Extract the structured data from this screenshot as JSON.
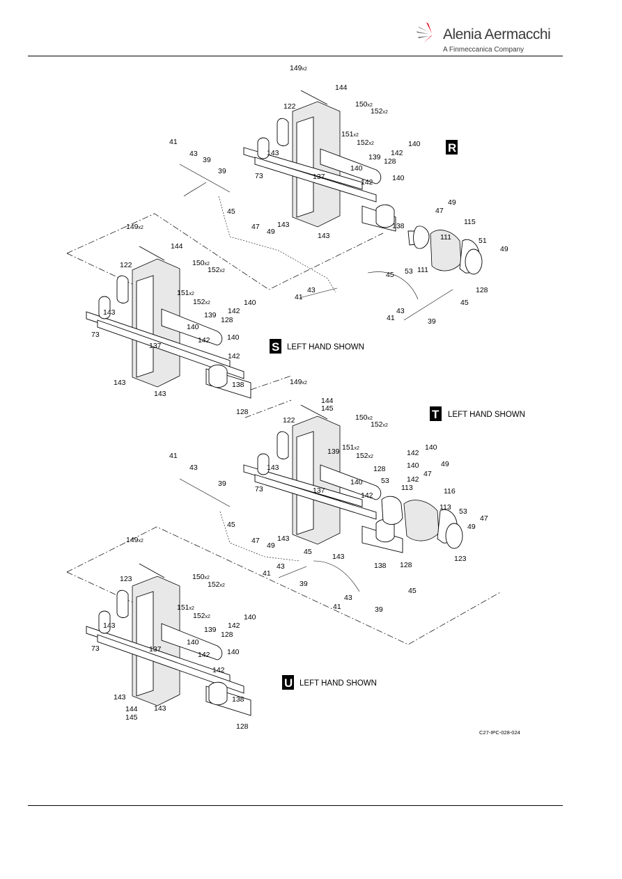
{
  "header": {
    "company": "Alenia Aermacchi",
    "tagline": "A Finmeccanica Company",
    "brand_color": "#e2001a"
  },
  "figure": {
    "id": "C27-IPC-028-024",
    "views": [
      {
        "letter": "R",
        "caption": ""
      },
      {
        "letter": "S",
        "caption": "LEFT HAND SHOWN"
      },
      {
        "letter": "T",
        "caption": "LEFT HAND SHOWN"
      },
      {
        "letter": "U",
        "caption": "LEFT HAND SHOWN"
      }
    ]
  },
  "callouts": {
    "r": [
      {
        "n": "149",
        "q": "x2"
      },
      {
        "n": "144",
        "q": ""
      },
      {
        "n": "122",
        "q": ""
      },
      {
        "n": "150",
        "q": "x2"
      },
      {
        "n": "152",
        "q": "x2"
      },
      {
        "n": "151",
        "q": "x2"
      },
      {
        "n": "152",
        "q": "x2"
      },
      {
        "n": "140",
        "q": ""
      },
      {
        "n": "142",
        "q": ""
      },
      {
        "n": "41",
        "q": ""
      },
      {
        "n": "43",
        "q": ""
      },
      {
        "n": "39",
        "q": ""
      },
      {
        "n": "39",
        "q": ""
      },
      {
        "n": "143",
        "q": ""
      },
      {
        "n": "139",
        "q": ""
      },
      {
        "n": "128",
        "q": ""
      },
      {
        "n": "140",
        "q": ""
      },
      {
        "n": "73",
        "q": ""
      },
      {
        "n": "137",
        "q": ""
      },
      {
        "n": "142",
        "q": ""
      },
      {
        "n": "140",
        "q": ""
      },
      {
        "n": "45",
        "q": ""
      },
      {
        "n": "47",
        "q": ""
      },
      {
        "n": "143",
        "q": ""
      },
      {
        "n": "49",
        "q": ""
      },
      {
        "n": "47",
        "q": ""
      },
      {
        "n": "49",
        "q": ""
      },
      {
        "n": "115",
        "q": ""
      },
      {
        "n": "143",
        "q": ""
      },
      {
        "n": "138",
        "q": ""
      },
      {
        "n": "111",
        "q": ""
      },
      {
        "n": "51",
        "q": ""
      },
      {
        "n": "49",
        "q": ""
      },
      {
        "n": "53",
        "q": ""
      },
      {
        "n": "111",
        "q": ""
      },
      {
        "n": "45",
        "q": ""
      },
      {
        "n": "128",
        "q": ""
      },
      {
        "n": "41",
        "q": ""
      },
      {
        "n": "43",
        "q": ""
      },
      {
        "n": "45",
        "q": ""
      },
      {
        "n": "43",
        "q": ""
      },
      {
        "n": "41",
        "q": ""
      },
      {
        "n": "39",
        "q": ""
      }
    ],
    "s": [
      {
        "n": "149",
        "q": "x2"
      },
      {
        "n": "144",
        "q": ""
      },
      {
        "n": "122",
        "q": ""
      },
      {
        "n": "150",
        "q": "x2"
      },
      {
        "n": "152",
        "q": "x2"
      },
      {
        "n": "151",
        "q": "x2"
      },
      {
        "n": "152",
        "q": "x2"
      },
      {
        "n": "140",
        "q": ""
      },
      {
        "n": "142",
        "q": ""
      },
      {
        "n": "143",
        "q": ""
      },
      {
        "n": "139",
        "q": ""
      },
      {
        "n": "128",
        "q": ""
      },
      {
        "n": "73",
        "q": ""
      },
      {
        "n": "140",
        "q": ""
      },
      {
        "n": "142",
        "q": ""
      },
      {
        "n": "140",
        "q": ""
      },
      {
        "n": "137",
        "q": ""
      },
      {
        "n": "142",
        "q": ""
      },
      {
        "n": "143",
        "q": ""
      },
      {
        "n": "138",
        "q": ""
      },
      {
        "n": "143",
        "q": ""
      },
      {
        "n": "128",
        "q": ""
      }
    ],
    "t": [
      {
        "n": "149",
        "q": "x2"
      },
      {
        "n": "144",
        "q": ""
      },
      {
        "n": "145",
        "q": ""
      },
      {
        "n": "122",
        "q": ""
      },
      {
        "n": "150",
        "q": "x2"
      },
      {
        "n": "152",
        "q": "x2"
      },
      {
        "n": "140",
        "q": ""
      },
      {
        "n": "151",
        "q": "x2"
      },
      {
        "n": "142",
        "q": ""
      },
      {
        "n": "152",
        "q": "x2"
      },
      {
        "n": "41",
        "q": ""
      },
      {
        "n": "43",
        "q": ""
      },
      {
        "n": "143",
        "q": ""
      },
      {
        "n": "139",
        "q": ""
      },
      {
        "n": "140",
        "q": ""
      },
      {
        "n": "49",
        "q": ""
      },
      {
        "n": "128",
        "q": ""
      },
      {
        "n": "142",
        "q": ""
      },
      {
        "n": "47",
        "q": ""
      },
      {
        "n": "73",
        "q": ""
      },
      {
        "n": "140",
        "q": ""
      },
      {
        "n": "53",
        "q": ""
      },
      {
        "n": "39",
        "q": ""
      },
      {
        "n": "113",
        "q": ""
      },
      {
        "n": "116",
        "q": ""
      },
      {
        "n": "137",
        "q": ""
      },
      {
        "n": "142",
        "q": ""
      },
      {
        "n": "113",
        "q": ""
      },
      {
        "n": "53",
        "q": ""
      },
      {
        "n": "45",
        "q": ""
      },
      {
        "n": "47",
        "q": ""
      },
      {
        "n": "49",
        "q": ""
      },
      {
        "n": "47",
        "q": ""
      },
      {
        "n": "143",
        "q": ""
      },
      {
        "n": "49",
        "q": ""
      },
      {
        "n": "45",
        "q": ""
      },
      {
        "n": "143",
        "q": ""
      },
      {
        "n": "123",
        "q": ""
      },
      {
        "n": "138",
        "q": ""
      },
      {
        "n": "128",
        "q": ""
      },
      {
        "n": "43",
        "q": ""
      },
      {
        "n": "41",
        "q": ""
      },
      {
        "n": "39",
        "q": ""
      },
      {
        "n": "45",
        "q": ""
      },
      {
        "n": "43",
        "q": ""
      },
      {
        "n": "41",
        "q": ""
      },
      {
        "n": "39",
        "q": ""
      }
    ],
    "u": [
      {
        "n": "149",
        "q": "x2"
      },
      {
        "n": "123",
        "q": ""
      },
      {
        "n": "150",
        "q": "x2"
      },
      {
        "n": "152",
        "q": "x2"
      },
      {
        "n": "151",
        "q": "x2"
      },
      {
        "n": "152",
        "q": "x2"
      },
      {
        "n": "140",
        "q": ""
      },
      {
        "n": "142",
        "q": ""
      },
      {
        "n": "143",
        "q": ""
      },
      {
        "n": "139",
        "q": ""
      },
      {
        "n": "128",
        "q": ""
      },
      {
        "n": "73",
        "q": ""
      },
      {
        "n": "140",
        "q": ""
      },
      {
        "n": "137",
        "q": ""
      },
      {
        "n": "142",
        "q": ""
      },
      {
        "n": "140",
        "q": ""
      },
      {
        "n": "142",
        "q": ""
      },
      {
        "n": "143",
        "q": ""
      },
      {
        "n": "138",
        "q": ""
      },
      {
        "n": "144",
        "q": ""
      },
      {
        "n": "143",
        "q": ""
      },
      {
        "n": "145",
        "q": ""
      },
      {
        "n": "128",
        "q": ""
      }
    ]
  }
}
